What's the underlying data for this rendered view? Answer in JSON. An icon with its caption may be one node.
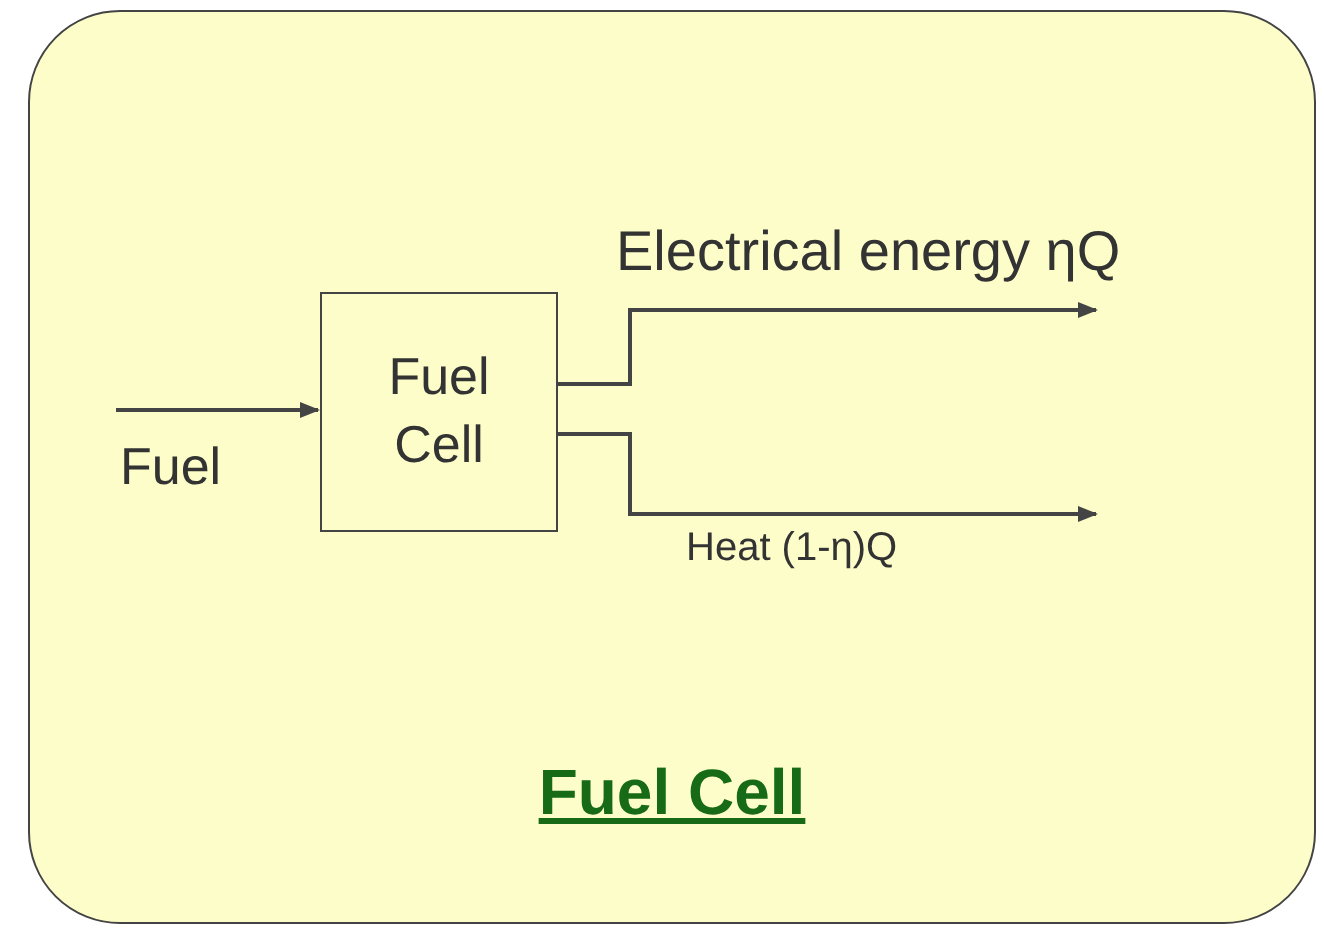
{
  "diagram": {
    "nodes": [
      {
        "text": [
          "Fuel Cell"
        ]
      },
      {
        "text": [
          "Fuel Cell"
        ],
        "in": 0
      }
    ],
    "edges": [
      {
        "from": null,
        "to": 1,
        "arrow": "to",
        "label": "Fuel"
      },
      {
        "from": 1,
        "to": null,
        "arrow": "to",
        "label": "Electrical energy ηQ"
      },
      {
        "from": 1,
        "to": null,
        "arrow": "to",
        "label": "Heat (1-η)Q"
      }
    ]
  }
}
